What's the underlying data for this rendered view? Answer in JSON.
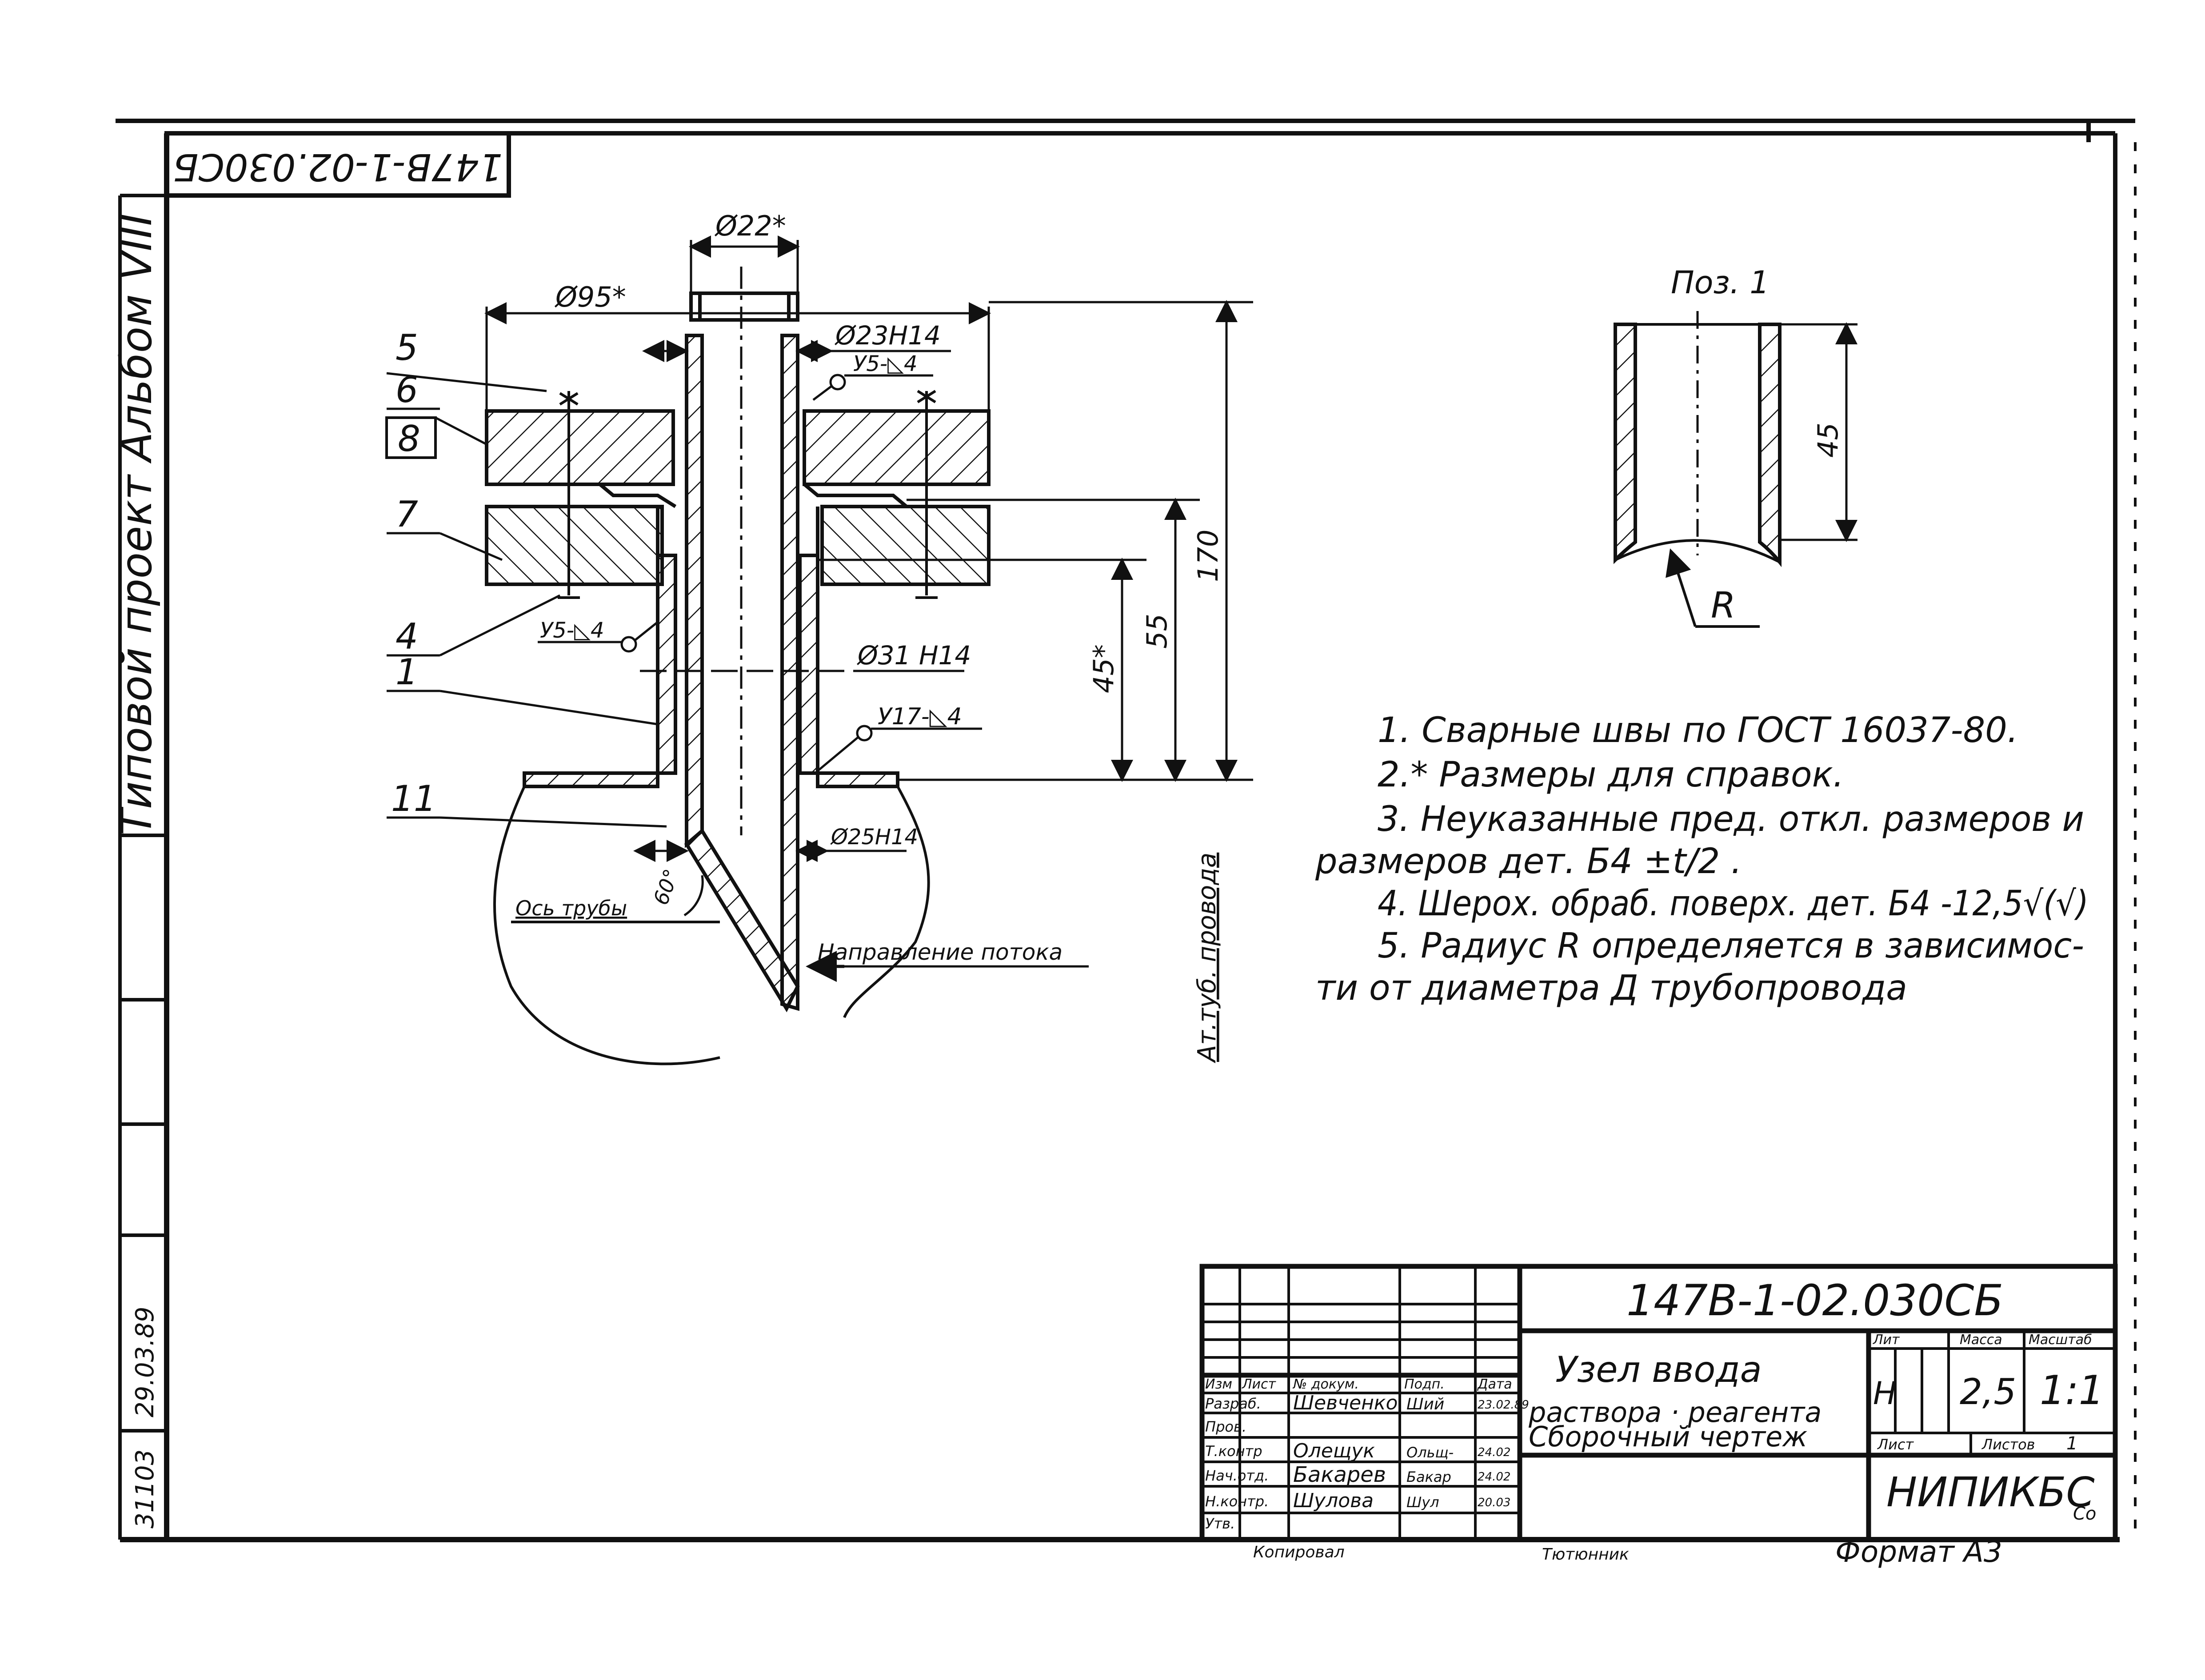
{
  "sheet": {
    "album_label": "Типовой проект Альбом VIII",
    "rotated_code": "147В-1-02.030СБ",
    "side_stamp_date": "29.03.89",
    "side_stamp_number": "31103"
  },
  "drawing": {
    "dims": {
      "d22": "Ø22*",
      "d95": "Ø95*",
      "d23": "Ø23Н14",
      "d31": "Ø31 Н14",
      "d25": "Ø25Н14",
      "h170": "170",
      "h55": "55",
      "h45": "45*",
      "angle": "60°"
    },
    "welds": {
      "w_top": "У5-◺4",
      "w_left": "У5-◺4",
      "w_right": "У17-◺4"
    },
    "positions": [
      "5",
      "6",
      "8",
      "7",
      "4",
      "1",
      "11"
    ],
    "labels": {
      "pipe_axis": "Ось трубы",
      "flow_direction": "Направление потока",
      "pipeline_axis": "Ат.туб. провода"
    }
  },
  "detail": {
    "title": "Поз. 1",
    "dim_45": "45",
    "radius": "R"
  },
  "notes": [
    "1. Сварные швы по ГОСТ 16037-80.",
    "2.* Размеры для справок.",
    "3. Неуказанные пред. откл. размеров и",
    "размеров дет. Б4 ±t/2 .",
    "4. Шерох. обраб. поверх. дет. Б4 -12,5√(√)",
    "5. Радиус R определяется в зависимос-",
    "ти от диаметра Д трубопровода"
  ],
  "title_block": {
    "doc_number": "147В-1-02.030СБ",
    "name_line1": "Узел ввода",
    "name_line2": "раствора · реагента",
    "name_line3": "Сборочный чертеж",
    "head": {
      "izm": "Изм",
      "list": "Лист",
      "doc": "№ докум.",
      "sign": "Подп.",
      "date": "Дата"
    },
    "roles": [
      {
        "role": "Разраб.",
        "name": "Шевченко",
        "sign": "Ший",
        "date": "23.02.89"
      },
      {
        "role": "Пров.",
        "name": "",
        "sign": "",
        "date": ""
      },
      {
        "role": "Т.контр",
        "name": "Олещук",
        "sign": "Ольщ-",
        "date": "24.02"
      },
      {
        "role": "Нач.отд.",
        "name": "Бакарев",
        "sign": "Бакар",
        "date": "24.02"
      },
      {
        "role": "Н.контр.",
        "name": "Шулова",
        "sign": "Шул",
        "date": "20.03"
      },
      {
        "role": "Утв.",
        "name": "",
        "sign": "",
        "date": ""
      }
    ],
    "lit_label": "Лит",
    "mass_label": "Масса",
    "scale_label": "Масштаб",
    "lit": "Н",
    "mass": "2,5",
    "scale": "1:1",
    "sheet_label": "Лист",
    "sheets_label": "Листов",
    "sheets": "1",
    "org": "НИПИКБС",
    "org_suffix": "Со"
  },
  "footer": {
    "copied": "Копировал",
    "tracer": "Тютюнник",
    "format": "Формат А3"
  }
}
